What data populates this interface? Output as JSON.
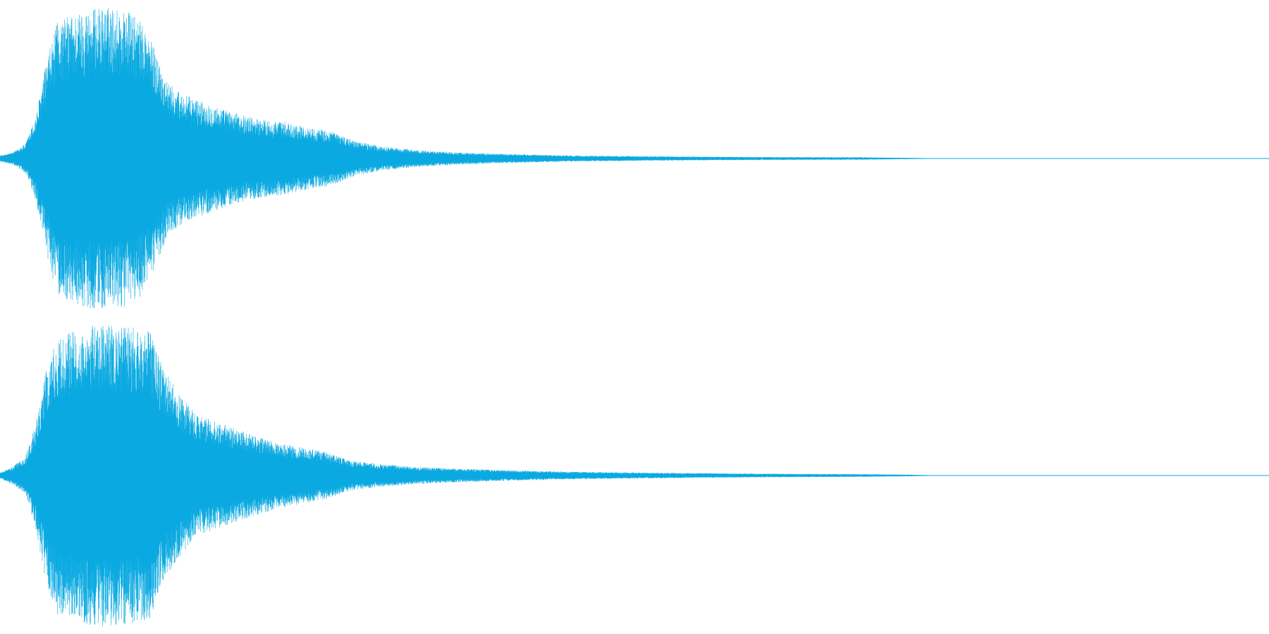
{
  "waveform": {
    "color": "#0aa9e1",
    "channels": [
      {
        "name": "channel-1",
        "envelope": [
          [
            0.0,
            0.02
          ],
          [
            0.01,
            0.04
          ],
          [
            0.02,
            0.1
          ],
          [
            0.028,
            0.28
          ],
          [
            0.036,
            0.62
          ],
          [
            0.045,
            0.9
          ],
          [
            0.055,
            0.95
          ],
          [
            0.07,
            0.99
          ],
          [
            0.085,
            1.0
          ],
          [
            0.1,
            0.98
          ],
          [
            0.112,
            0.9
          ],
          [
            0.122,
            0.72
          ],
          [
            0.132,
            0.5
          ],
          [
            0.145,
            0.42
          ],
          [
            0.165,
            0.36
          ],
          [
            0.185,
            0.3
          ],
          [
            0.205,
            0.26
          ],
          [
            0.225,
            0.24
          ],
          [
            0.245,
            0.2
          ],
          [
            0.262,
            0.18
          ],
          [
            0.278,
            0.12
          ],
          [
            0.3,
            0.08
          ],
          [
            0.33,
            0.055
          ],
          [
            0.36,
            0.04
          ],
          [
            0.4,
            0.03
          ],
          [
            0.45,
            0.02
          ],
          [
            0.52,
            0.014
          ],
          [
            0.6,
            0.01
          ],
          [
            0.68,
            0.008
          ],
          [
            0.72,
            0.004
          ],
          [
            0.735,
            0.002
          ],
          [
            1.0,
            0.002
          ]
        ]
      },
      {
        "name": "channel-2",
        "envelope": [
          [
            0.0,
            0.02
          ],
          [
            0.01,
            0.06
          ],
          [
            0.02,
            0.12
          ],
          [
            0.028,
            0.35
          ],
          [
            0.036,
            0.7
          ],
          [
            0.045,
            0.92
          ],
          [
            0.06,
            0.96
          ],
          [
            0.075,
            1.0
          ],
          [
            0.09,
            0.99
          ],
          [
            0.105,
            0.98
          ],
          [
            0.118,
            0.95
          ],
          [
            0.128,
            0.72
          ],
          [
            0.14,
            0.55
          ],
          [
            0.155,
            0.4
          ],
          [
            0.175,
            0.34
          ],
          [
            0.195,
            0.28
          ],
          [
            0.215,
            0.23
          ],
          [
            0.235,
            0.19
          ],
          [
            0.255,
            0.16
          ],
          [
            0.275,
            0.1
          ],
          [
            0.3,
            0.075
          ],
          [
            0.33,
            0.055
          ],
          [
            0.36,
            0.045
          ],
          [
            0.4,
            0.035
          ],
          [
            0.45,
            0.025
          ],
          [
            0.52,
            0.018
          ],
          [
            0.6,
            0.012
          ],
          [
            0.68,
            0.009
          ],
          [
            0.72,
            0.005
          ],
          [
            0.735,
            0.002
          ],
          [
            1.0,
            0.002
          ]
        ]
      }
    ]
  }
}
